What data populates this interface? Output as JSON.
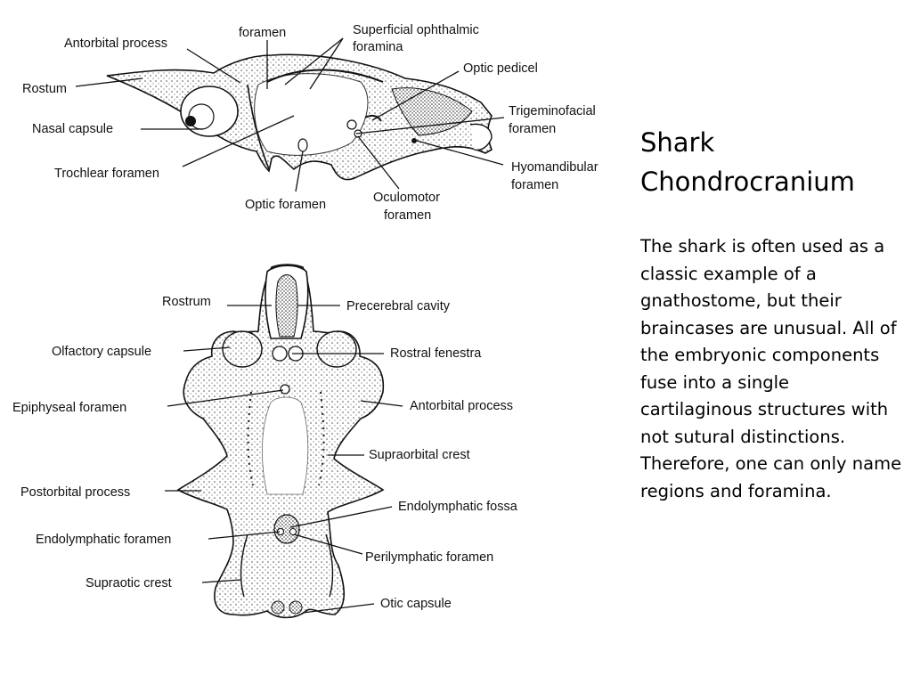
{
  "slide": {
    "title": "Shark Chondrocranium",
    "body": "The shark is often used as a classic example of a gnathostome, but their braincases are unusual.  All of the embryonic components fuse into a single cartilaginous structures with not sutural distinctions.  Therefore, one can only name regions and foramina."
  },
  "lateral_view": {
    "labels": {
      "foramen_top": "foramen",
      "superficial_ophthalmic_1": "Superficial ophthalmic",
      "superficial_ophthalmic_2": "foramina",
      "antorbital_process": "Antorbital process",
      "optic_pedicel": "Optic pedicel",
      "rostum": "Rostum",
      "trigeminofacial_1": "Trigeminofacial",
      "trigeminofacial_2": "foramen",
      "nasal_capsule": "Nasal capsule",
      "hyomandibular_1": "Hyomandibular",
      "hyomandibular_2": "foramen",
      "trochlear_foramen": "Trochlear foramen",
      "oculomotor_1": "Oculomotor",
      "oculomotor_2": "foramen",
      "optic_foramen": "Optic foramen"
    }
  },
  "dorsal_view": {
    "labels": {
      "rostrum": "Rostrum",
      "precerebral_cavity": "Precerebral cavity",
      "olfactory_capsule": "Olfactory capsule",
      "rostral_fenestra": "Rostral fenestra",
      "epiphyseal_foramen": "Epiphyseal foramen",
      "antorbital_process": "Antorbital process",
      "supraorbital_crest": "Supraorbital crest",
      "postorbital_process": "Postorbital process",
      "endolymphatic_fossa": "Endolymphatic fossa",
      "endolymphatic_foramen": "Endolymphatic foramen",
      "perilymphatic_foramen": "Perilymphatic foramen",
      "supraotic_crest": "Supraotic crest",
      "otic_capsule": "Otic capsule"
    }
  }
}
